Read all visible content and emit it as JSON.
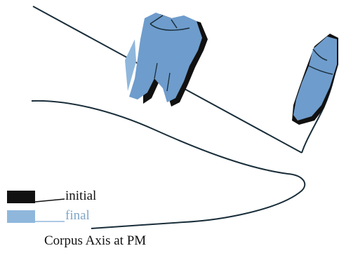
{
  "legend": {
    "items": [
      {
        "label": "initial",
        "color": "#111111"
      },
      {
        "label": "final",
        "color": "#7fa7c9"
      }
    ]
  },
  "caption": "Corpus Axis at PM",
  "colors": {
    "outline": "#1a2e3a",
    "tooth_fill": "#6e9ccc",
    "tooth_shadow": "#111111",
    "final_label": "#7fa7c9"
  }
}
